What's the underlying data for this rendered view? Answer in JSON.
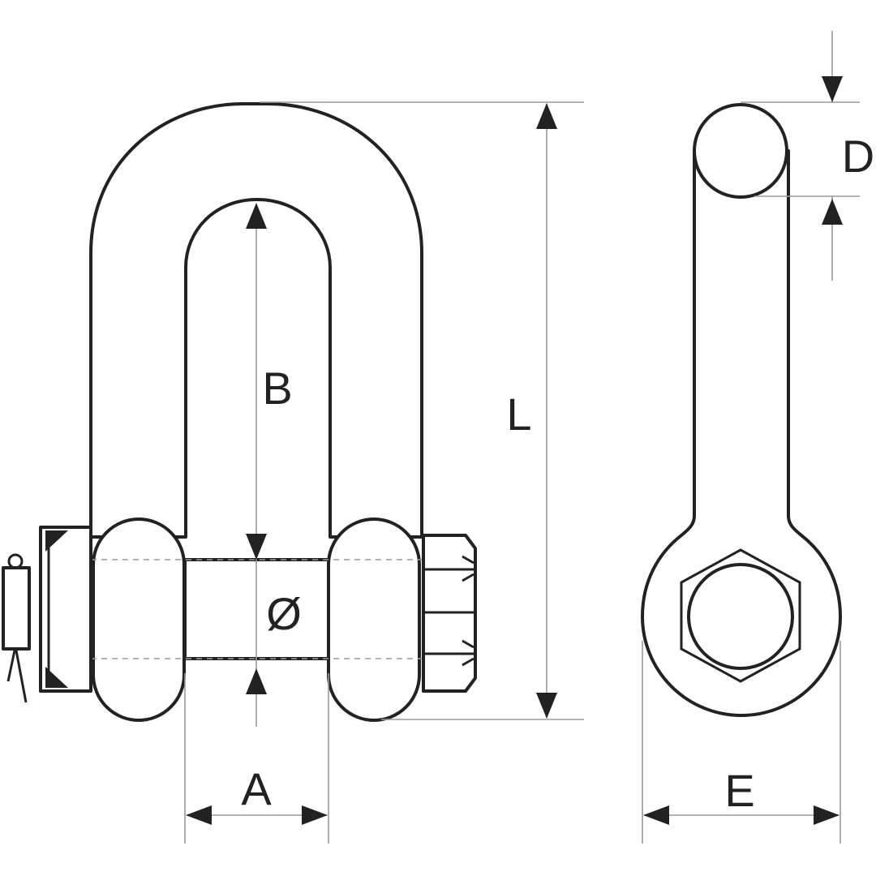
{
  "labels": {
    "A": "A",
    "B": "B",
    "L": "L",
    "diameter": "Ø",
    "D": "D",
    "E": "E"
  },
  "colors": {
    "outline": "#222222",
    "dimension_line": "#9a9a9a",
    "background": "#ffffff"
  }
}
